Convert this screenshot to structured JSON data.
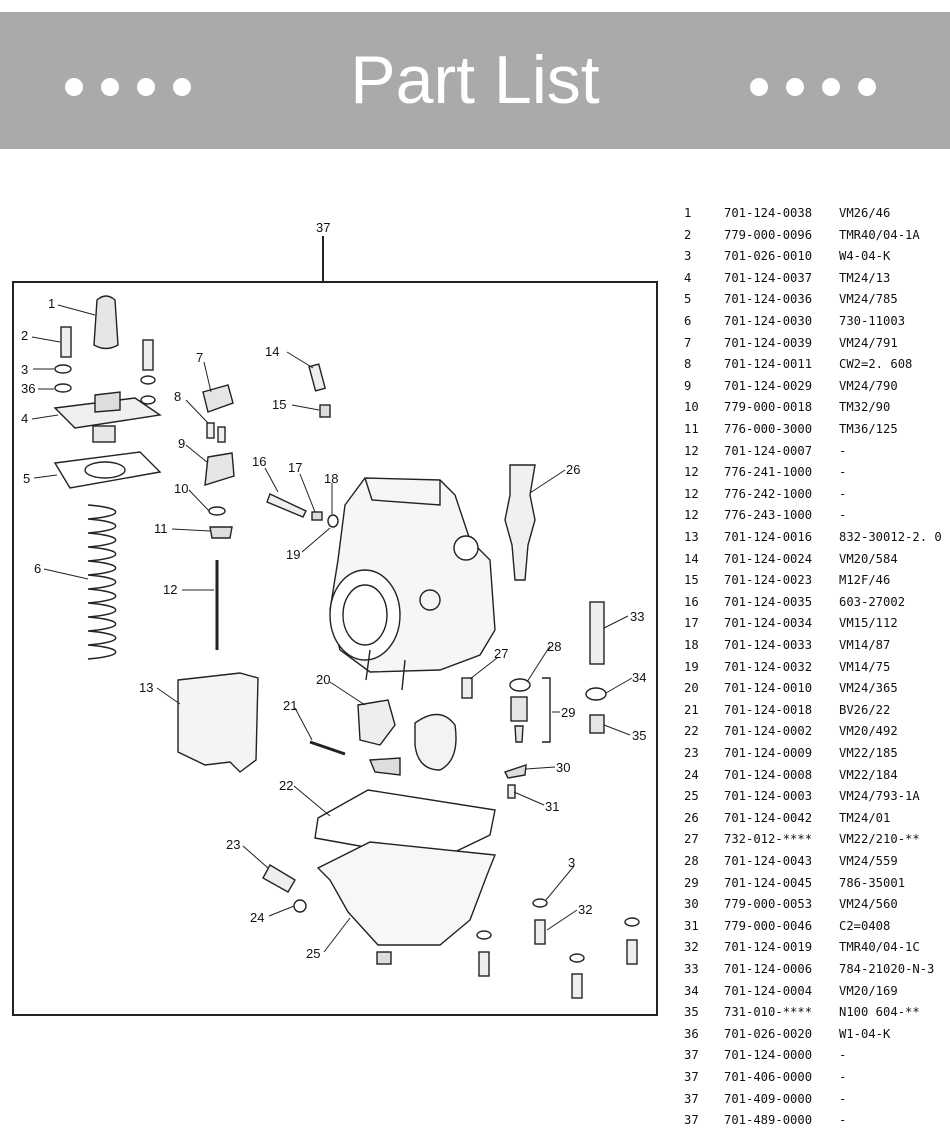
{
  "header": {
    "title": "Part List",
    "dot_count_left": 4,
    "dot_count_right": 4
  },
  "diagram": {
    "callouts": [
      "37",
      "1",
      "2",
      "3",
      "36",
      "4",
      "5",
      "6",
      "7",
      "8",
      "9",
      "10",
      "11",
      "12",
      "13",
      "14",
      "15",
      "16",
      "17",
      "18",
      "19",
      "20",
      "21",
      "22",
      "23",
      "24",
      "25",
      "26",
      "27",
      "28",
      "29",
      "30",
      "31",
      "32",
      "33",
      "34",
      "35",
      "3"
    ]
  },
  "parts": [
    {
      "no": "1",
      "code": "701-124-0038",
      "ref": "VM26/46"
    },
    {
      "no": "2",
      "code": "779-000-0096",
      "ref": "TMR40/04-1A"
    },
    {
      "no": "3",
      "code": "701-026-0010",
      "ref": "W4-04-K"
    },
    {
      "no": "4",
      "code": "701-124-0037",
      "ref": "TM24/13"
    },
    {
      "no": "5",
      "code": "701-124-0036",
      "ref": "VM24/785"
    },
    {
      "no": "6",
      "code": "701-124-0030",
      "ref": "730-11003"
    },
    {
      "no": "7",
      "code": "701-124-0039",
      "ref": "VM24/791"
    },
    {
      "no": "8",
      "code": "701-124-0011",
      "ref": "CW2=2. 608"
    },
    {
      "no": "9",
      "code": "701-124-0029",
      "ref": "VM24/790"
    },
    {
      "no": "10",
      "code": "779-000-0018",
      "ref": "TM32/90"
    },
    {
      "no": "11",
      "code": "776-000-3000",
      "ref": "TM36/125"
    },
    {
      "no": "12",
      "code": "701-124-0007",
      "ref": "-"
    },
    {
      "no": "12",
      "code": "776-241-1000",
      "ref": "-"
    },
    {
      "no": "12",
      "code": "776-242-1000",
      "ref": "-"
    },
    {
      "no": "12",
      "code": "776-243-1000",
      "ref": "-"
    },
    {
      "no": "13",
      "code": "701-124-0016",
      "ref": "832-30012-2. 0"
    },
    {
      "no": "14",
      "code": "701-124-0024",
      "ref": "VM20/584"
    },
    {
      "no": "15",
      "code": "701-124-0023",
      "ref": "M12F/46"
    },
    {
      "no": "16",
      "code": "701-124-0035",
      "ref": "603-27002"
    },
    {
      "no": "17",
      "code": "701-124-0034",
      "ref": "VM15/112"
    },
    {
      "no": "18",
      "code": "701-124-0033",
      "ref": "VM14/87"
    },
    {
      "no": "19",
      "code": "701-124-0032",
      "ref": "VM14/75"
    },
    {
      "no": "20",
      "code": "701-124-0010",
      "ref": "VM24/365"
    },
    {
      "no": "21",
      "code": "701-124-0018",
      "ref": "BV26/22"
    },
    {
      "no": "22",
      "code": "701-124-0002",
      "ref": "VM20/492"
    },
    {
      "no": "23",
      "code": "701-124-0009",
      "ref": "VM22/185"
    },
    {
      "no": "24",
      "code": "701-124-0008",
      "ref": "VM22/184"
    },
    {
      "no": "25",
      "code": "701-124-0003",
      "ref": "VM24/793-1A"
    },
    {
      "no": "26",
      "code": "701-124-0042",
      "ref": "TM24/01"
    },
    {
      "no": "27",
      "code": "732-012-****",
      "ref": "VM22/210-**"
    },
    {
      "no": "28",
      "code": "701-124-0043",
      "ref": "VM24/559"
    },
    {
      "no": "29",
      "code": "701-124-0045",
      "ref": "786-35001"
    },
    {
      "no": "30",
      "code": "779-000-0053",
      "ref": "VM24/560"
    },
    {
      "no": "31",
      "code": "779-000-0046",
      "ref": "C2=0408"
    },
    {
      "no": "32",
      "code": "701-124-0019",
      "ref": "TMR40/04-1C"
    },
    {
      "no": "33",
      "code": "701-124-0006",
      "ref": "784-21020-N-3"
    },
    {
      "no": "34",
      "code": "701-124-0004",
      "ref": "VM20/169"
    },
    {
      "no": "35",
      "code": "731-010-****",
      "ref": "N100 604-**"
    },
    {
      "no": "36",
      "code": "701-026-0020",
      "ref": "W1-04-K"
    },
    {
      "no": "37",
      "code": "701-124-0000",
      "ref": "-"
    },
    {
      "no": "37",
      "code": "701-406-0000",
      "ref": "-"
    },
    {
      "no": "37",
      "code": "701-409-0000",
      "ref": "-"
    },
    {
      "no": "37",
      "code": "701-489-0000",
      "ref": "-"
    }
  ],
  "colors": {
    "banner": "#aaaaaa",
    "banner_text": "#ffffff",
    "ink": "#222222"
  }
}
